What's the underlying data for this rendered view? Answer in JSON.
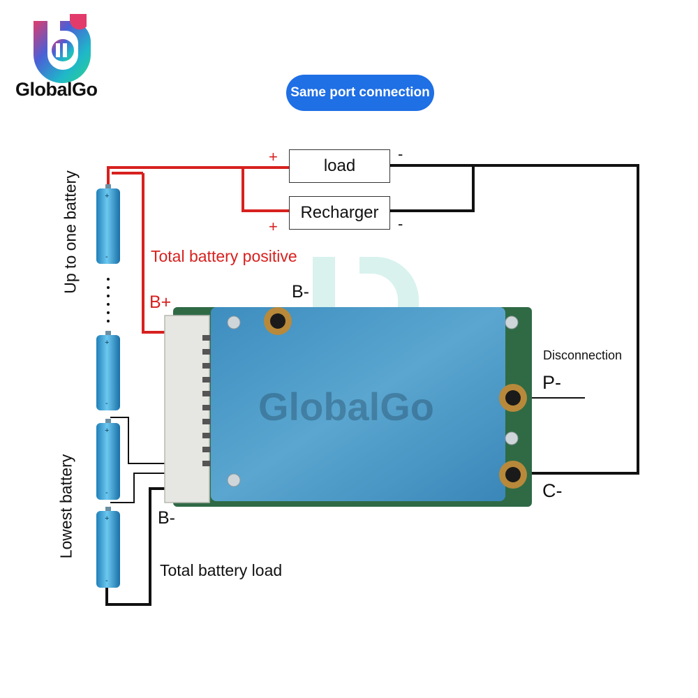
{
  "brand": {
    "name": "GlobalGo",
    "watermark": "GlobalGo"
  },
  "header": {
    "mode_label": "Same port connection"
  },
  "devices": {
    "load_label": "load",
    "recharger_label": "Recharger"
  },
  "polarity": {
    "load_plus": "+",
    "load_minus": "-",
    "recharger_plus": "+",
    "recharger_minus": "-"
  },
  "labels": {
    "up_to_one_battery": "Up to one battery",
    "lowest_battery": "Lowest battery",
    "total_battery_positive": "Total battery positive",
    "b_plus": "B+",
    "b_minus_top": "B-",
    "b_minus_bottom": "B-",
    "disconnection": "Disconnection",
    "p_minus": "P-",
    "c_minus": "C-",
    "total_battery_load": "Total battery load",
    "cell_plus": "+",
    "cell_minus": "-"
  },
  "colors": {
    "positive_wire": "#d7211f",
    "negative_wire": "#111111",
    "pill": "#1f6fe5",
    "battery": "#3ba6dc",
    "pcb": "#2f6a45",
    "board_cover": "#4f9ac7"
  }
}
